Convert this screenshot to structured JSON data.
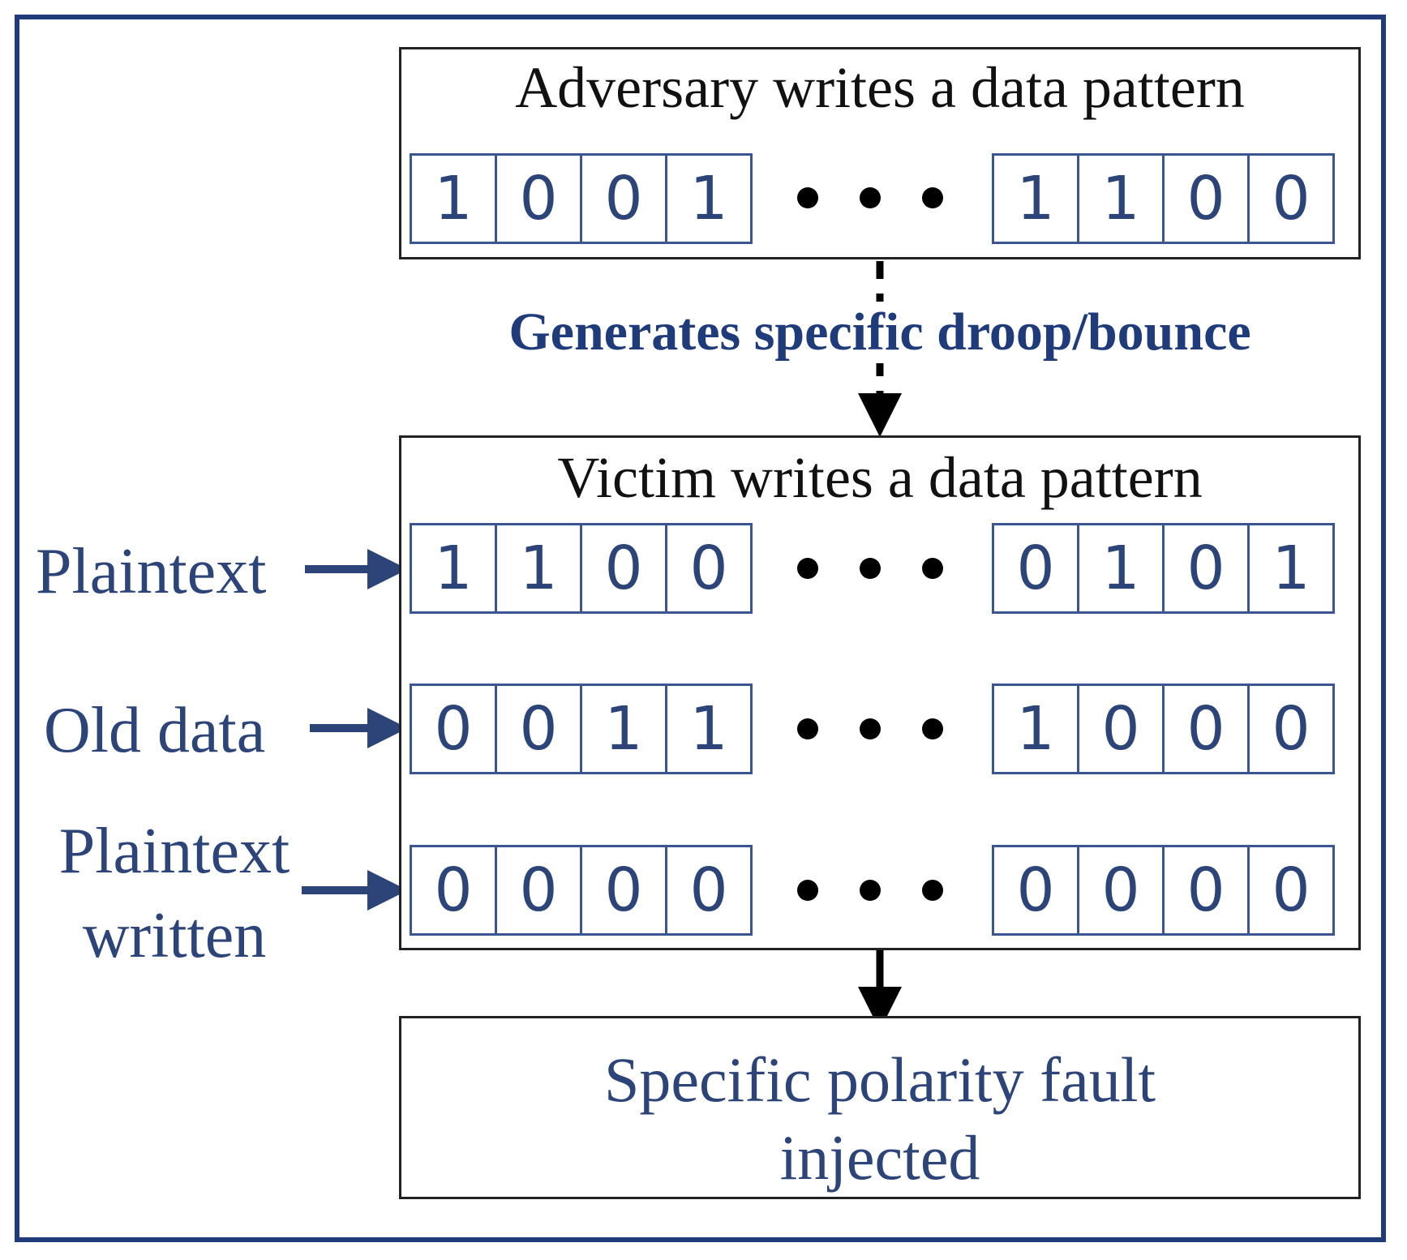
{
  "adversary": {
    "title": "Adversary writes a data pattern",
    "left_bits": [
      "1",
      "0",
      "0",
      "1"
    ],
    "right_bits": [
      "1",
      "1",
      "0",
      "0"
    ]
  },
  "connector": {
    "label": "Generates specific droop/bounce"
  },
  "victim": {
    "title": "Victim writes a data pattern",
    "rows": [
      {
        "label": "Plaintext",
        "left_bits": [
          "1",
          "1",
          "0",
          "0"
        ],
        "right_bits": [
          "0",
          "1",
          "0",
          "1"
        ]
      },
      {
        "label": "Old data",
        "left_bits": [
          "0",
          "0",
          "1",
          "1"
        ],
        "right_bits": [
          "1",
          "0",
          "0",
          "0"
        ]
      },
      {
        "label_line1": "Plaintext",
        "label_line2": "written",
        "left_bits": [
          "0",
          "0",
          "0",
          "0"
        ],
        "right_bits": [
          "0",
          "0",
          "0",
          "0"
        ]
      }
    ]
  },
  "result": {
    "line1": "Specific polarity fault",
    "line2": "injected"
  },
  "colors": {
    "frame": "#1f3b7a",
    "label_text": "#2c4478",
    "cell_border": "#3a5590",
    "arrow_black": "#000000"
  }
}
